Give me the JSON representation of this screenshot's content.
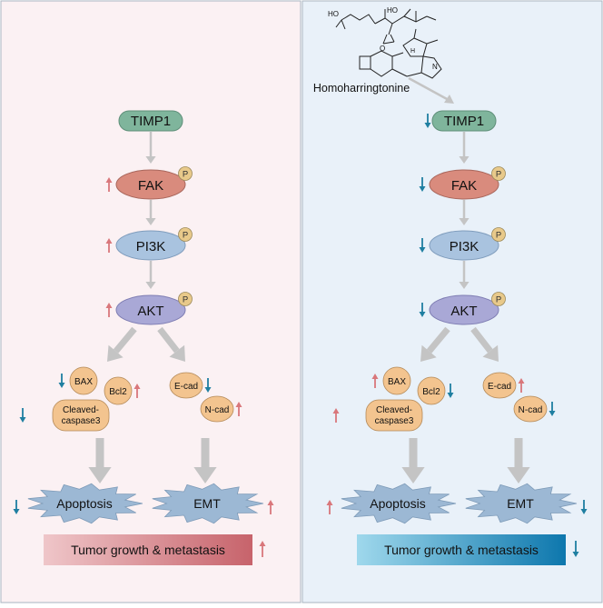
{
  "colors": {
    "left_bg": "#fbf1f3",
    "right_bg": "#e9f1f9",
    "divider": "#a9b4c0",
    "timp1": "#7fb59c",
    "fak": "#d98b7d",
    "pi3k": "#a9c3df",
    "akt": "#a9a8d6",
    "phospho": "#e8c98a",
    "orange_node": "#f3c48f",
    "star": "#9cb8d4",
    "arrow_gray": "#c4c4c4",
    "up_arrow": "#d9777b",
    "down_arrow": "#1f7fa1",
    "bar_left_start": "#efc6c9",
    "bar_left_end": "#c7636b",
    "bar_right_start": "#9fd8ec",
    "bar_right_end": "#0d77ad"
  },
  "drug": {
    "name": "Homoharringtonine",
    "structure_labels": {
      "ho1": "HO",
      "ho2": "HO",
      "o": "O",
      "n": "N",
      "h": "H"
    }
  },
  "phospho_label": "P",
  "panels": [
    {
      "id": "left",
      "nodes": {
        "timp1": "TIMP1",
        "fak": "FAK",
        "pi3k": "PI3K",
        "akt": "AKT",
        "bax": "BAX",
        "bcl2": "Bcl2",
        "cleaved_line1": "Cleaved-",
        "cleaved_line2": "caspase3",
        "ecad": "E-cad",
        "ncad": "N-cad",
        "apoptosis": "Apoptosis",
        "emt": "EMT",
        "bar": "Tumor growth & metastasis"
      },
      "regulation": {
        "timp1": "none",
        "fak": "up",
        "pi3k": "up",
        "akt": "up",
        "bax": "down",
        "bcl2": "up",
        "cleaved": "down",
        "ecad": "down",
        "ncad": "up",
        "apoptosis": "down",
        "emt": "up",
        "bar": "up"
      }
    },
    {
      "id": "right",
      "nodes": {
        "timp1": "TIMP1",
        "fak": "FAK",
        "pi3k": "PI3K",
        "akt": "AKT",
        "bax": "BAX",
        "bcl2": "Bcl2",
        "cleaved_line1": "Cleaved-",
        "cleaved_line2": "caspase3",
        "ecad": "E-cad",
        "ncad": "N-cad",
        "apoptosis": "Apoptosis",
        "emt": "EMT",
        "bar": "Tumor growth & metastasis"
      },
      "regulation": {
        "timp1": "down",
        "fak": "down",
        "pi3k": "down",
        "akt": "down",
        "bax": "up",
        "bcl2": "down",
        "cleaved": "up",
        "ecad": "up",
        "ncad": "down",
        "apoptosis": "up",
        "emt": "down",
        "bar": "down"
      }
    }
  ]
}
